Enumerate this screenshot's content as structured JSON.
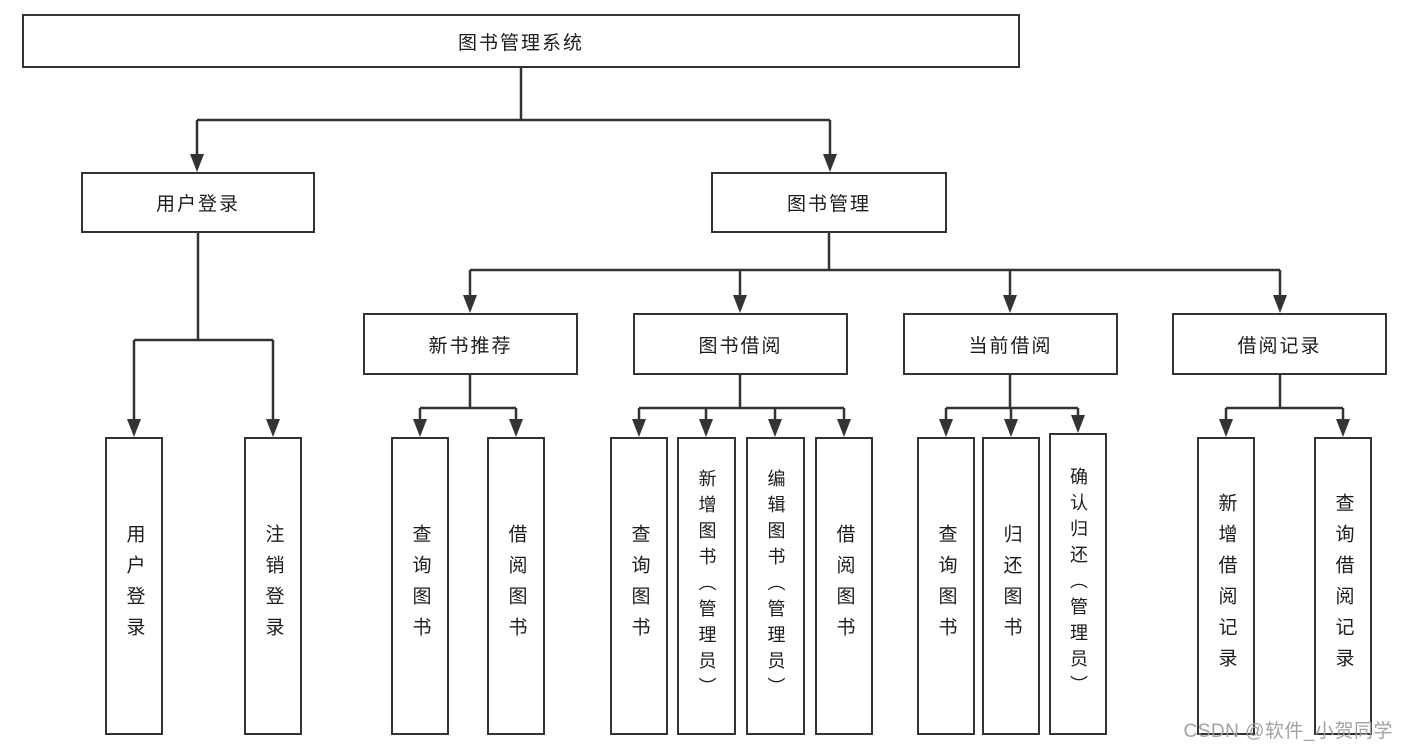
{
  "diagram": {
    "root": {
      "label": "图书管理系统"
    },
    "level2": {
      "user_login": {
        "label": "用户登录"
      },
      "book_mgmt": {
        "label": "图书管理"
      }
    },
    "level3": {
      "new_book_rec": {
        "label": "新书推荐"
      },
      "book_borrow": {
        "label": "图书借阅"
      },
      "current_borrow": {
        "label": "当前借阅"
      },
      "borrow_record": {
        "label": "借阅记录"
      }
    },
    "leaves": {
      "user_login": "用户登录",
      "logout": "注销登录",
      "rec_query": "查询图书",
      "rec_borrow": "借阅图书",
      "bb_query": "查询图书",
      "bb_add": "新增图书（管理员）",
      "bb_edit": "编辑图书（管理员）",
      "bb_borrow": "借阅图书",
      "cb_query": "查询图书",
      "cb_return": "归还图书",
      "cb_confirm": "确认归还（管理员）",
      "br_add": "新增借阅记录",
      "br_query": "查询借阅记录"
    }
  },
  "watermark": "CSDN @软件_小贺同学",
  "colors": {
    "line": "#333333",
    "box_border": "#333333",
    "box_fill": "#ffffff",
    "text": "#1c1c1c",
    "watermark": "#9e9e9e"
  }
}
